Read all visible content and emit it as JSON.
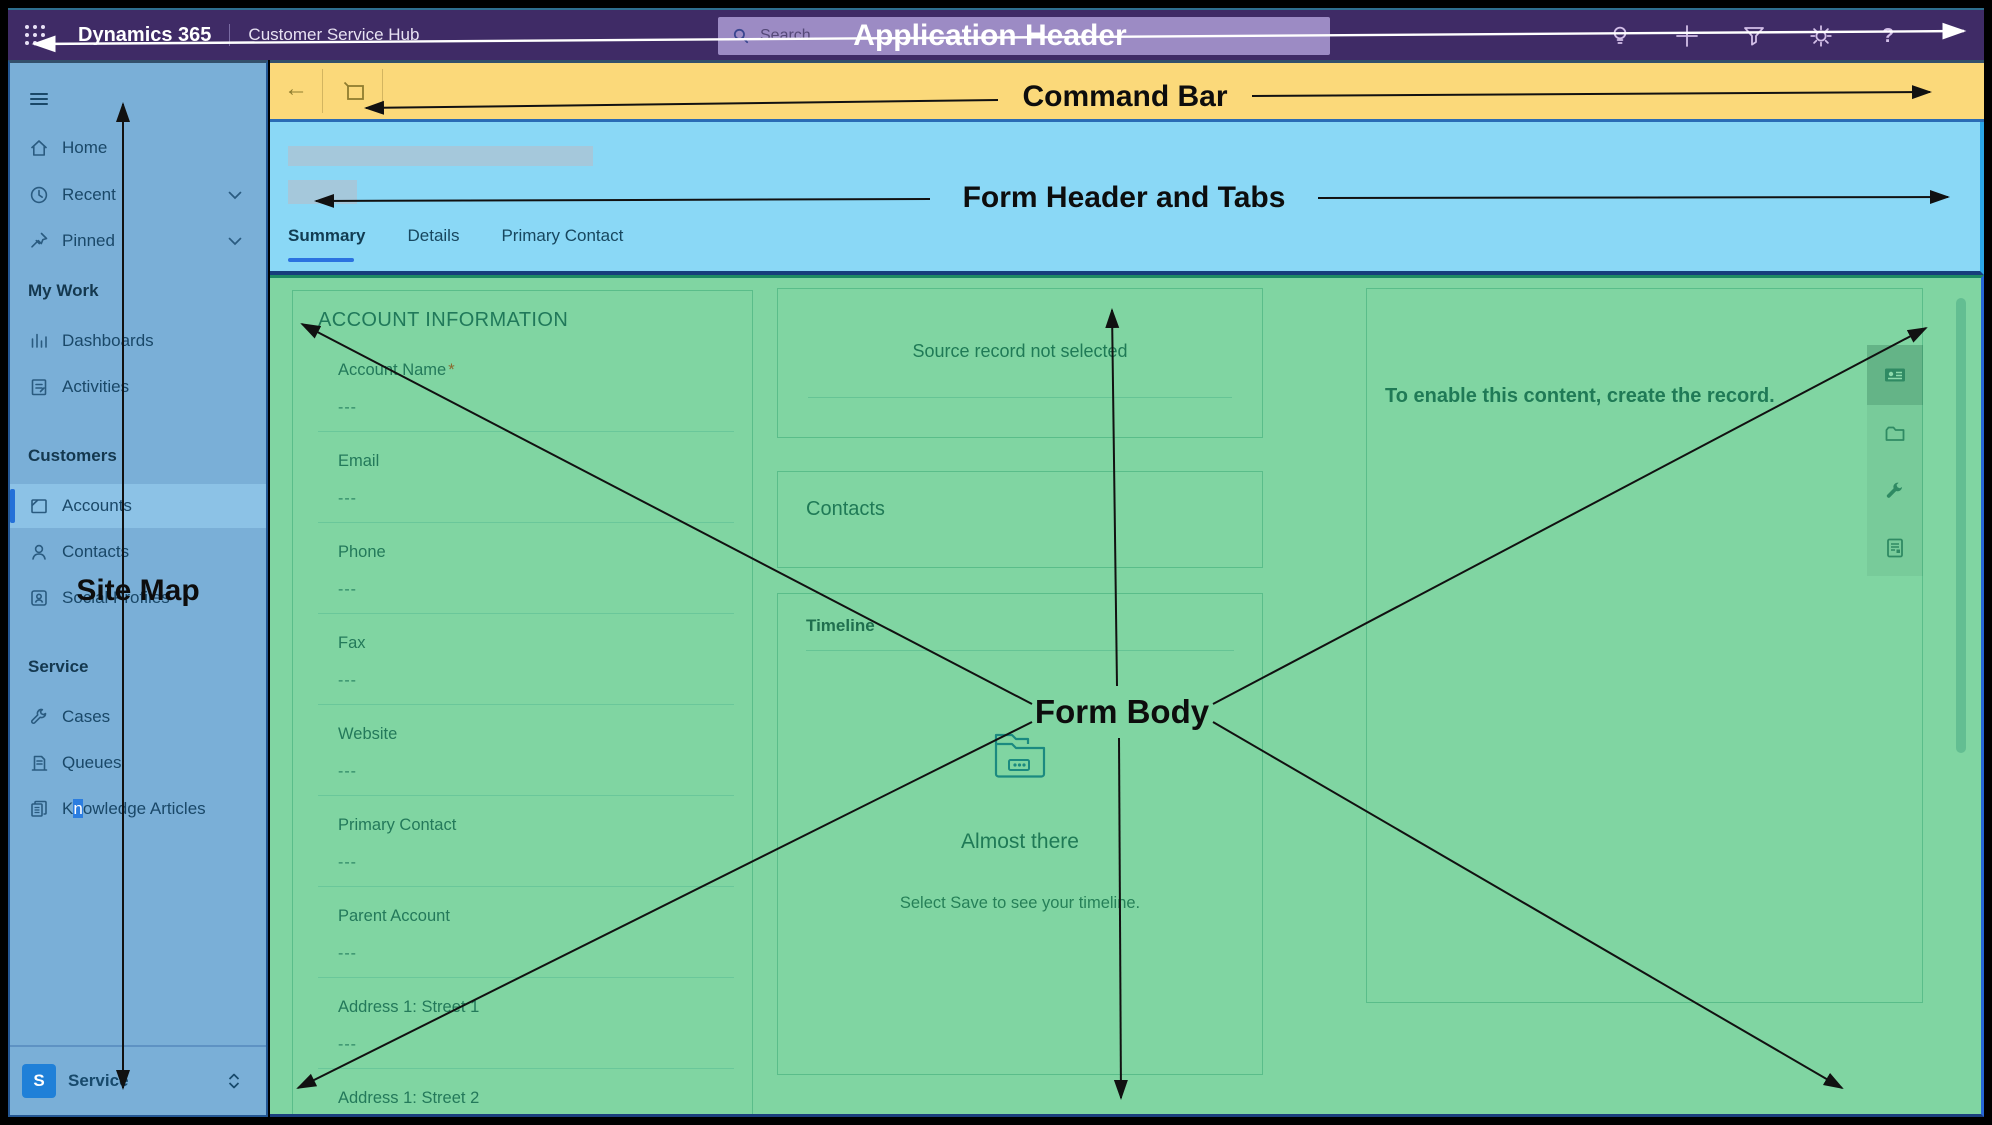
{
  "annotations": {
    "application_header_label": "Application Header",
    "command_bar_label": "Command Bar",
    "form_header_label": "Form Header and Tabs",
    "site_map_label": "Site Map",
    "form_body_label": "Form Body"
  },
  "app_header": {
    "brand": "Dynamics 365",
    "app_name": "Customer Service Hub",
    "search_placeholder": "Search",
    "help_glyph": "?"
  },
  "form_header": {
    "tabs": [
      {
        "label": "Summary"
      },
      {
        "label": "Details"
      },
      {
        "label": "Primary Contact"
      }
    ]
  },
  "sitemap": {
    "top_items": [
      {
        "label": "Home"
      },
      {
        "label": "Recent"
      },
      {
        "label": "Pinned"
      }
    ],
    "groups": [
      {
        "title": "My Work",
        "items": [
          {
            "label": "Dashboards"
          },
          {
            "label": "Activities"
          }
        ]
      },
      {
        "title": "Customers",
        "items": [
          {
            "label": "Accounts"
          },
          {
            "label": "Contacts"
          },
          {
            "label": "Social Profiles"
          }
        ]
      },
      {
        "title": "Service",
        "items": [
          {
            "label": "Cases"
          },
          {
            "label": "Queues"
          }
        ]
      }
    ],
    "knowledge_article_item": {
      "pre": "K",
      "highlight": "n",
      "post": "owledge Articles"
    },
    "footer": {
      "initial": "S",
      "label": "Service"
    }
  },
  "form_body": {
    "account_info": {
      "title": "ACCOUNT INFORMATION",
      "fields": [
        {
          "label": "Account Name",
          "required_mark": "*",
          "value": "---"
        },
        {
          "label": "Email",
          "value": "---"
        },
        {
          "label": "Phone",
          "value": "---"
        },
        {
          "label": "Fax",
          "value": "---"
        },
        {
          "label": "Website",
          "value": "---"
        },
        {
          "label": "Primary Contact",
          "value": "---"
        },
        {
          "label": "Parent Account",
          "value": "---"
        },
        {
          "label": "Address 1: Street 1",
          "value": "---"
        },
        {
          "label": "Address 1: Street 2"
        }
      ]
    },
    "source_card": {
      "message": "Source record not selected"
    },
    "contacts_card": {
      "title": "Contacts"
    },
    "timeline_card": {
      "title": "Timeline",
      "empty_title": "Almost there",
      "empty_hint": "Select Save to see your timeline."
    },
    "related_card": {
      "message": "To enable this content, create the record."
    }
  },
  "colors": {
    "header_purple": "#3F2B66",
    "command_bar_yellow": "#FBD97A",
    "form_header_blue": "#8AD8F6",
    "sitemap_blue": "#7AAFD7",
    "form_body_green": "#80D5A2",
    "active_tab_underline": "#2B72E0",
    "selected_nav_indicator": "#2470D8"
  }
}
